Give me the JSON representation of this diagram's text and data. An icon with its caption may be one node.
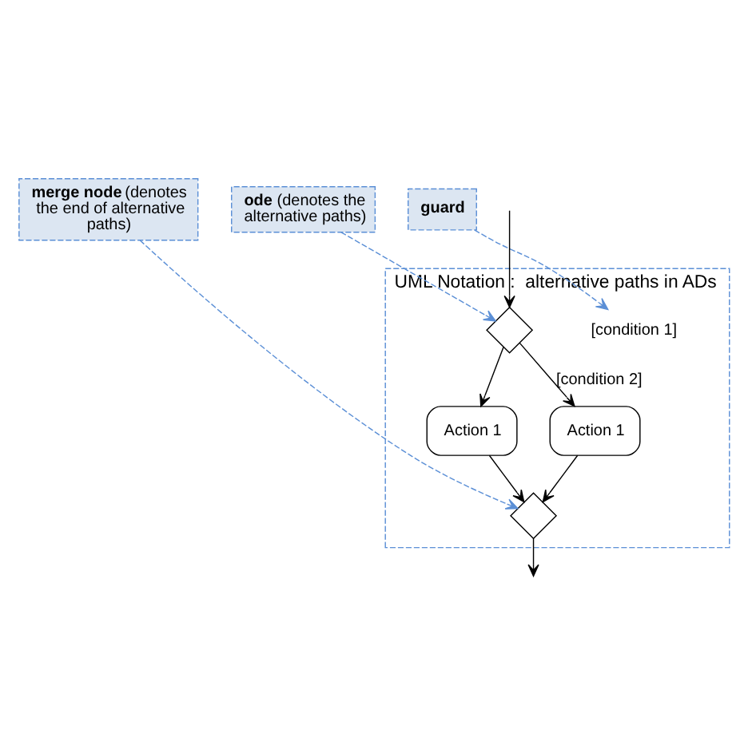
{
  "diagram": {
    "nodes": [
      {
        "text": [
          "UML Notation :  alternative paths in ADs"
        ]
      },
      {
        "text": [
          "**ode** (denotes the alternative paths)"
        ]
      },
      {
        "text": [
          "[condition 1]"
        ],
        "in": 0
      },
      {
        "text": [
          "**guard**"
        ]
      },
      {
        "text": [],
        "shape": "diamond",
        "in": 0
      },
      {
        "text": [
          "Action 1"
        ],
        "in": 0
      },
      {
        "text": [
          "Action 1"
        ],
        "in": 0
      },
      {
        "text": [],
        "shape": "diamond",
        "in": 0
      },
      {
        "text": [
          "**merge node** (denotes the end of alternative paths)"
        ]
      }
    ],
    "edges": [
      {
        "from": null,
        "to": 4,
        "arrow": "to"
      },
      {
        "from": 4,
        "to": 5,
        "arrow": "to"
      },
      {
        "from": 4,
        "to": 6,
        "arrow": "to",
        "label": "[condition 2]"
      },
      {
        "from": 5,
        "to": 7,
        "arrow": "to"
      },
      {
        "from": 6,
        "to": 7,
        "arrow": "to"
      },
      {
        "from": 7,
        "to": null,
        "arrow": "to"
      },
      {
        "from": 1,
        "to": 4,
        "arrow": "to",
        "style": "dashed",
        "color": "#5b8fd6"
      },
      {
        "from": 3,
        "to": 2,
        "arrow": "to",
        "style": "dashed",
        "color": "#5b8fd6"
      },
      {
        "from": 8,
        "to": 7,
        "arrow": "to",
        "style": "dashed",
        "color": "#5b8fd6"
      }
    ]
  }
}
